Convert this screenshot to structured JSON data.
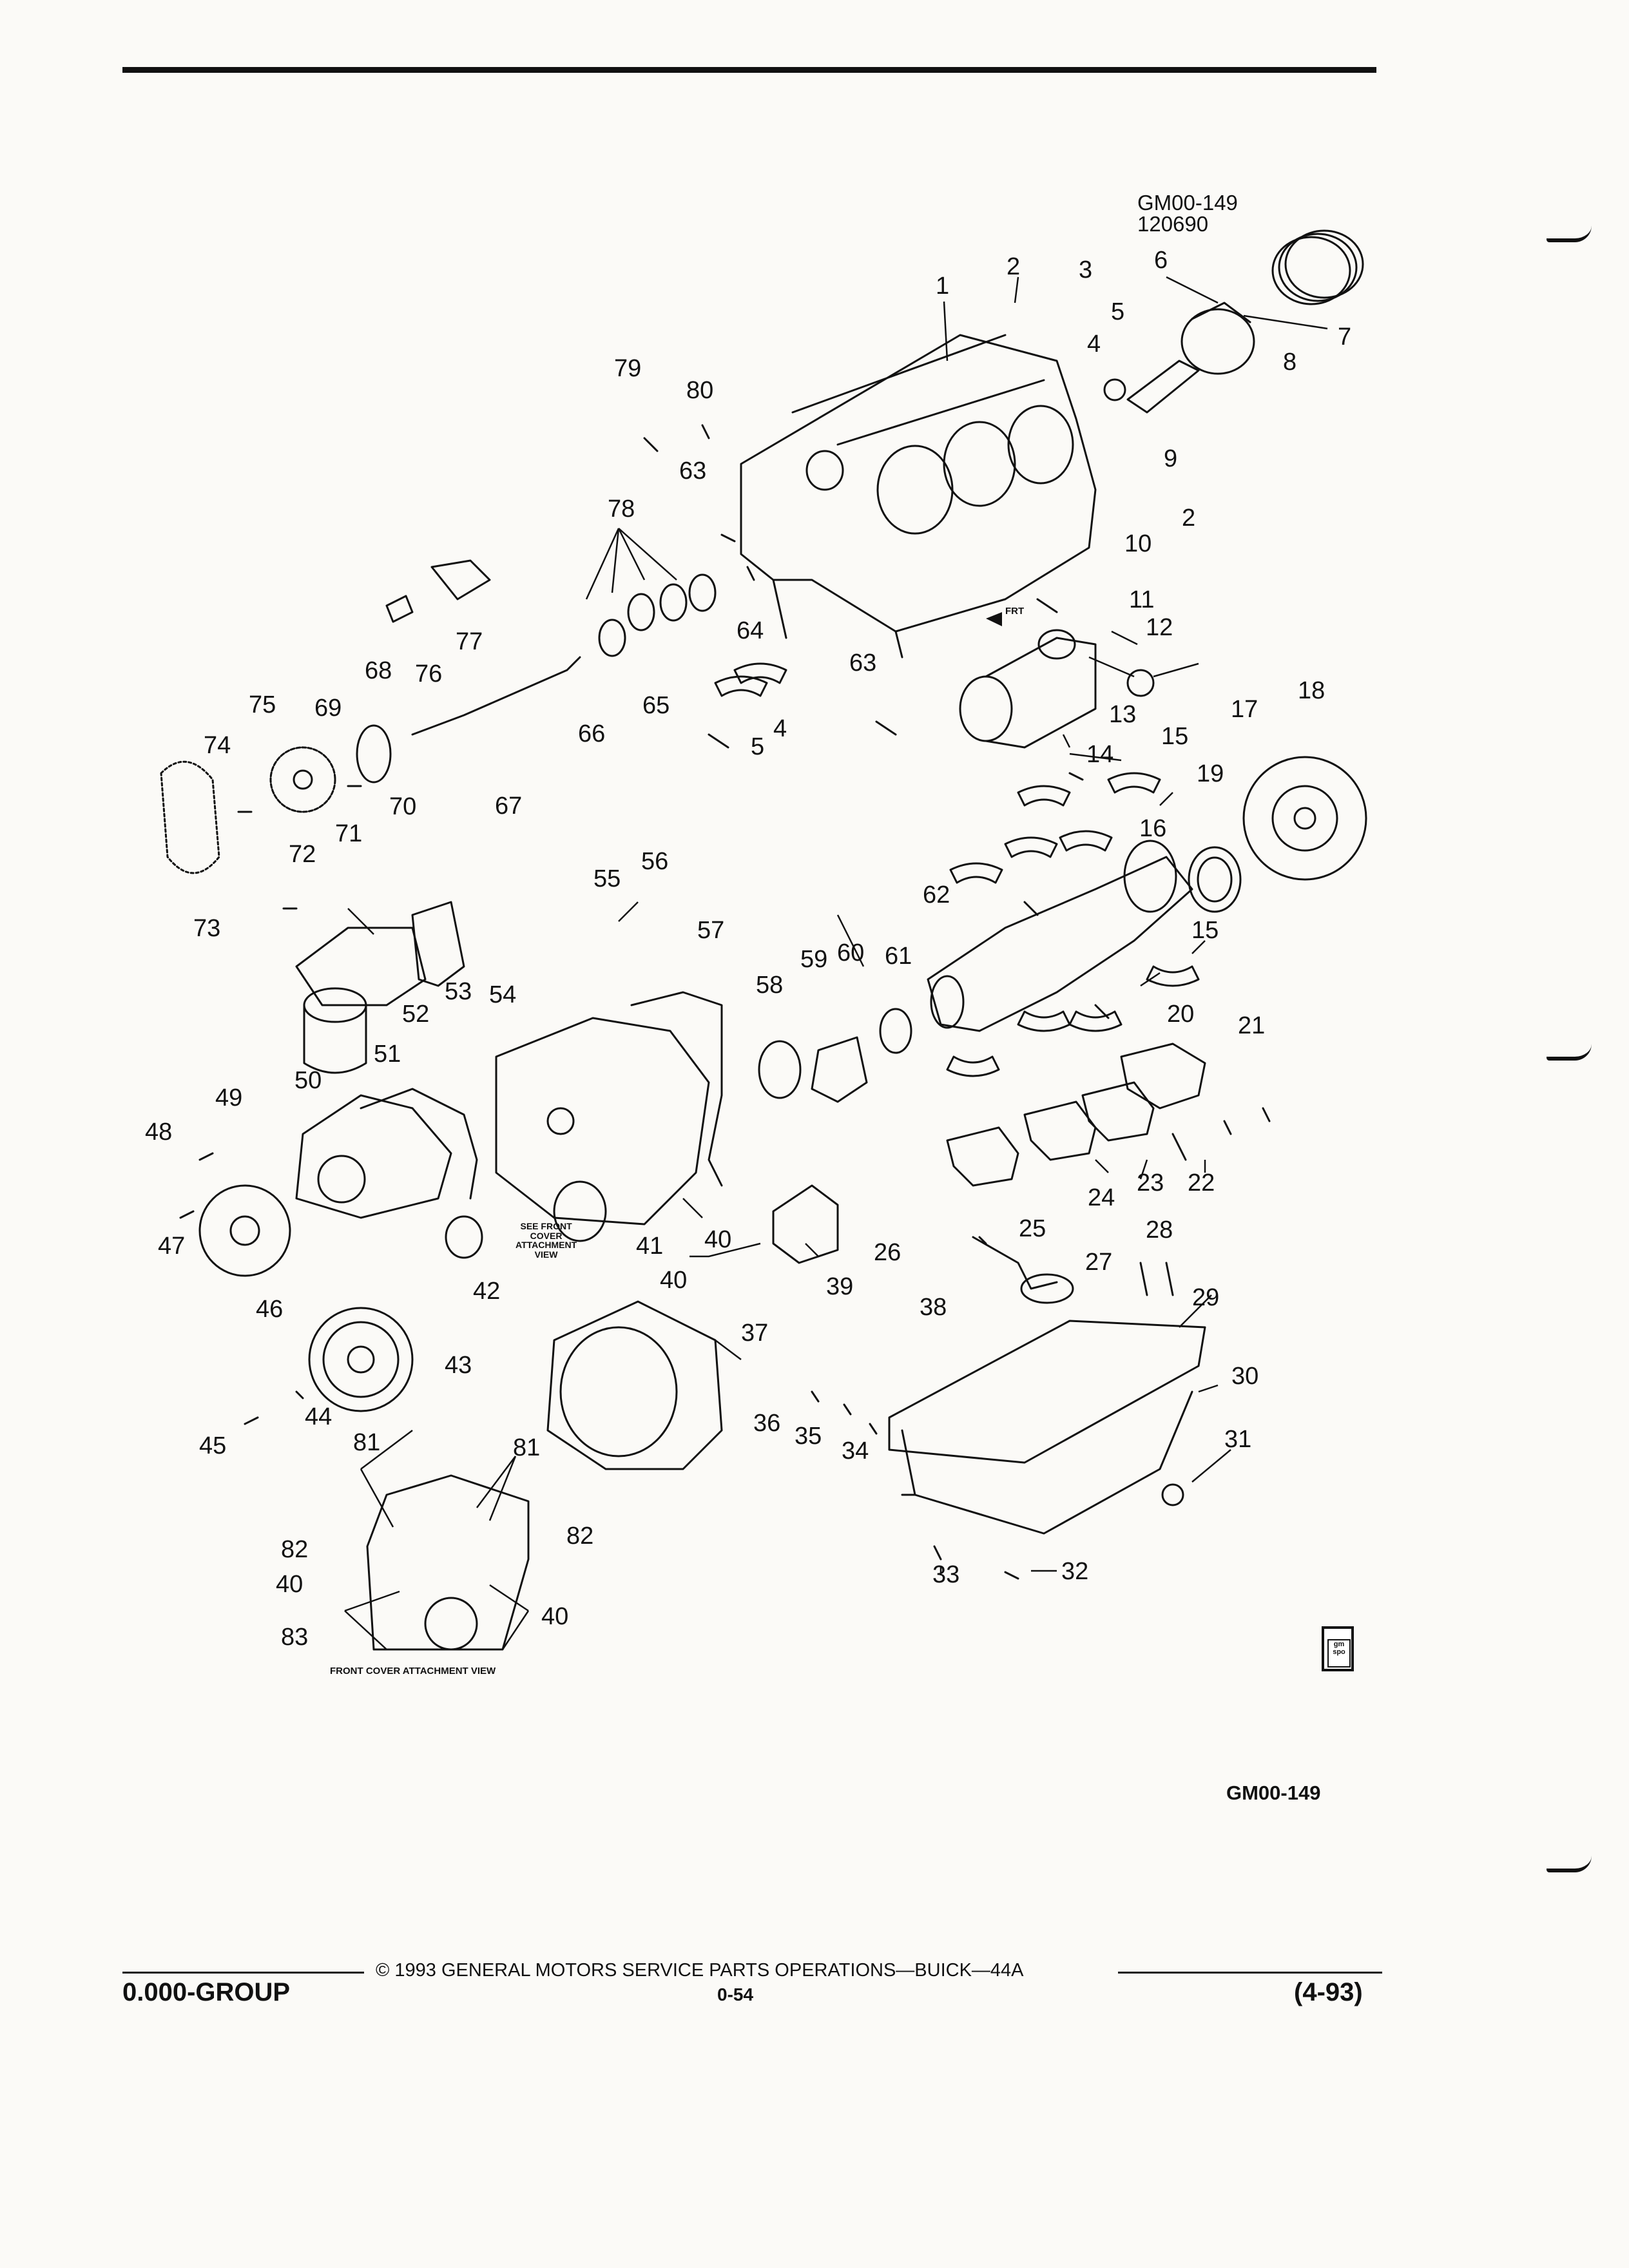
{
  "header": {
    "figure_code": "GM00-149",
    "figure_number": "120690"
  },
  "callouts": [
    "1",
    "2",
    "3",
    "4",
    "5",
    "6",
    "7",
    "8",
    "9",
    "2",
    "10",
    "11",
    "12",
    "13",
    "14",
    "15",
    "16",
    "17",
    "18",
    "19",
    "15",
    "20",
    "21",
    "22",
    "23",
    "24",
    "25",
    "26",
    "27",
    "28",
    "29",
    "30",
    "31",
    "32",
    "33",
    "34",
    "35",
    "36",
    "37",
    "38",
    "39",
    "40",
    "40",
    "41",
    "42",
    "43",
    "44",
    "45",
    "46",
    "47",
    "48",
    "49",
    "50",
    "51",
    "52",
    "53",
    "54",
    "55",
    "56",
    "57",
    "58",
    "59",
    "60",
    "61",
    "62",
    "63",
    "63",
    "64",
    "65",
    "4",
    "5",
    "66",
    "67",
    "68",
    "69",
    "70",
    "71",
    "72",
    "73",
    "74",
    "75",
    "76",
    "77",
    "78",
    "79",
    "80",
    "81",
    "81",
    "82",
    "82",
    "40",
    "40",
    "83"
  ],
  "notes": {
    "see_front_cover": "SEE FRONT\nCOVER\nATTACHMENT\nVIEW",
    "front_cover_view": "FRONT COVER ATTACHMENT VIEW",
    "frt_arrow": "FRT"
  },
  "footer": {
    "figure_code": "GM00-149",
    "copyright": "© 1993 GENERAL MOTORS SERVICE PARTS OPERATIONS—BUICK—44A",
    "group": "0.000-GROUP",
    "page": "0-54",
    "date": "(4-93)"
  },
  "badge": {
    "text": "gm spo"
  },
  "colors": {
    "ink": "#111111",
    "paper": "#fbfaf7"
  }
}
